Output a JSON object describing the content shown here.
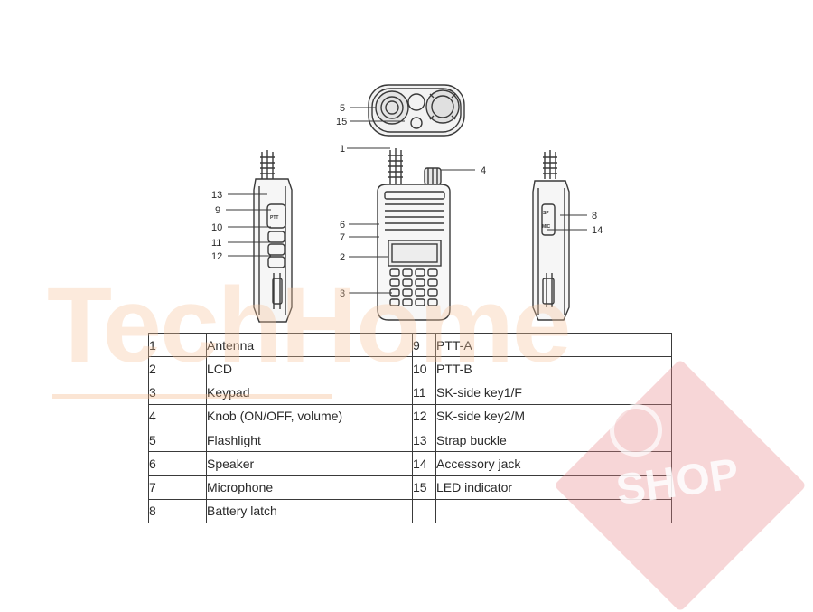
{
  "callouts": [
    {
      "num": "5"
    },
    {
      "num": "15"
    },
    {
      "num": "1"
    },
    {
      "num": "4"
    },
    {
      "num": "13"
    },
    {
      "num": "9"
    },
    {
      "num": "10"
    },
    {
      "num": "11"
    },
    {
      "num": "12"
    },
    {
      "num": "6"
    },
    {
      "num": "7"
    },
    {
      "num": "2"
    },
    {
      "num": "3"
    },
    {
      "num": "8"
    },
    {
      "num": "14"
    }
  ],
  "radio_labels": {
    "left_ptt": "PTT",
    "right_top": "SP",
    "right_mic": "MIC"
  },
  "parts": [
    {
      "num": "1",
      "label": "Antenna",
      "num2": "9",
      "label2": "PTT-A"
    },
    {
      "num": "2",
      "label": "LCD",
      "num2": "10",
      "label2": "PTT-B"
    },
    {
      "num": "3",
      "label": "Keypad",
      "num2": "11",
      "label2": "SK-side key1/F"
    },
    {
      "num": "4",
      "label": "Knob (ON/OFF, volume)",
      "num2": "12",
      "label2": "SK-side key2/M"
    },
    {
      "num": "5",
      "label": "Flashlight",
      "num2": "13",
      "label2": "Strap buckle"
    },
    {
      "num": "6",
      "label": "Speaker",
      "num2": "14",
      "label2": "Accessory jack"
    },
    {
      "num": "7",
      "label": "Microphone",
      "num2": "15",
      "label2": "LED indicator"
    },
    {
      "num": "8",
      "label": "Battery latch",
      "num2": "",
      "label2": ""
    }
  ],
  "watermark": {
    "brand": "TechHome",
    "tag": "SHOP"
  },
  "colors": {
    "line": "#3a3a3a",
    "watermark_orange": "#f7c39a",
    "watermark_red": "#e8898c"
  }
}
